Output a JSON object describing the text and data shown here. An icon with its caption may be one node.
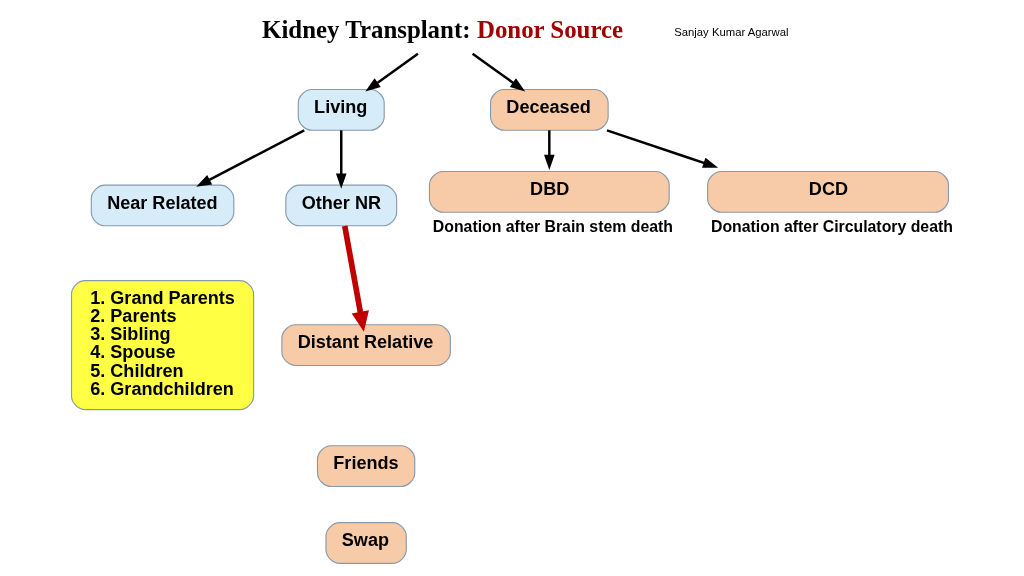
{
  "diagram": {
    "nodes": [
      {
        "text": [
          "Kidney Transplant:",
          "Donor Source"
        ]
      },
      {
        "text": [
          "Living"
        ]
      },
      {
        "text": [
          "Deceased"
        ]
      },
      {
        "text": [
          "Near Related"
        ]
      },
      {
        "text": [
          "Other NR"
        ]
      },
      {
        "text": [
          "DBD"
        ],
        "beside": [
          "Donation after Brain stem death"
        ]
      },
      {
        "text": [
          "DCD"
        ],
        "beside": [
          "Donation after Circulatory death"
        ]
      },
      {
        "text": [
          "1. Grand Parents",
          "2. Parents",
          "3. Sibling",
          "4. Spouse",
          "5. Children",
          "6. Grandchildren"
        ]
      },
      {
        "text": [
          "Distant Relative"
        ]
      },
      {
        "text": [
          "Friends"
        ]
      },
      {
        "text": [
          "Swap"
        ]
      }
    ],
    "edges": [
      {
        "from": 0,
        "to": 1,
        "arrow": "to"
      },
      {
        "from": 0,
        "to": 2,
        "arrow": "to"
      },
      {
        "from": 1,
        "to": 3,
        "arrow": "to"
      },
      {
        "from": 1,
        "to": 4,
        "arrow": "to"
      },
      {
        "from": 2,
        "to": 5,
        "arrow": "to"
      },
      {
        "from": 2,
        "to": 6,
        "arrow": "to"
      },
      {
        "from": 4,
        "to": 8,
        "arrow": "to",
        "style": "thick",
        "color": "#c00000"
      }
    ],
    "labels": [
      "Sanjay Kumar Agarwal"
    ]
  }
}
